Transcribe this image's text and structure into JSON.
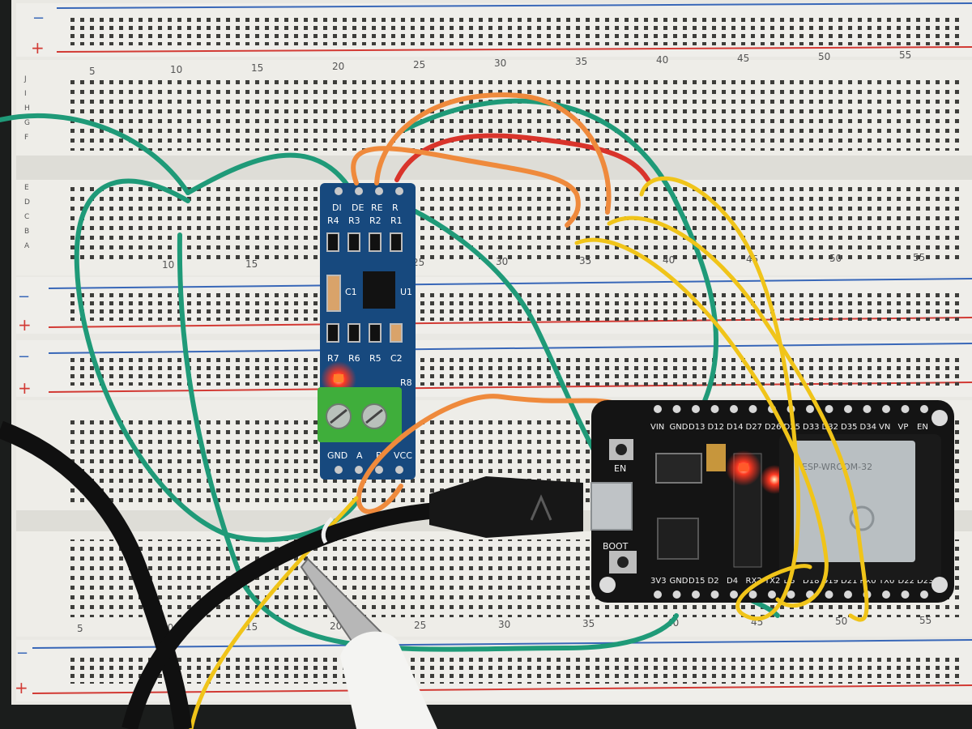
{
  "breadboard": {
    "rail_signs": {
      "minus": "−",
      "plus": "+"
    },
    "upper_column_numbers": [
      "5",
      "10",
      "15",
      "20",
      "25",
      "30",
      "35",
      "40",
      "45",
      "50",
      "55"
    ],
    "lower_column_numbers": [
      "5",
      "10",
      "15",
      "20",
      "25",
      "30",
      "35",
      "40",
      "45",
      "50",
      "55"
    ],
    "row_letters_top": [
      "J",
      "I",
      "H",
      "G",
      "F"
    ],
    "row_letters_bottom": [
      "E",
      "D",
      "C",
      "B",
      "A"
    ]
  },
  "rs485_module": {
    "header_labels": [
      "DI",
      "DE",
      "RE",
      "R"
    ],
    "resistor_labels_top": [
      "R4",
      "R3",
      "R2",
      "R1"
    ],
    "resistor_labels_bottom": [
      "R7",
      "R6",
      "R5",
      "C2"
    ],
    "capacitor_label": "C1",
    "chip_label": "U1",
    "r8_label": "R8",
    "bottom_labels": [
      "GND",
      "A",
      "B",
      "VCC"
    ]
  },
  "esp32_board": {
    "top_pin_labels": [
      "VIN",
      "GND",
      "D13",
      "D12",
      "D14",
      "D27",
      "D26",
      "D25",
      "D33",
      "D32",
      "D35",
      "D34",
      "VN",
      "VP",
      "EN"
    ],
    "bottom_pin_labels": [
      "3V3",
      "GND",
      "D15",
      "D2",
      "D4",
      "RX2",
      "TX2",
      "D5",
      "D18",
      "D19",
      "D21",
      "RX0",
      "TX0",
      "D22",
      "D23"
    ],
    "en_label": "EN",
    "boot_label": "BOOT",
    "shield_text": "ESP-WROOM-32"
  },
  "colors": {
    "board": "#ecebe6",
    "hole": "#3d3d3a",
    "rail_red": "#d23a34",
    "rail_blue": "#3867b8",
    "wire_green": "#1f9a78",
    "wire_orange": "#ef8a3c",
    "wire_yellow": "#f0c419",
    "wire_red": "#d9342b",
    "pcb_blue": "#17497e",
    "pcb_black": "#141414",
    "terminal_green": "#3fae3b",
    "led_red": "#ff2b1e"
  }
}
